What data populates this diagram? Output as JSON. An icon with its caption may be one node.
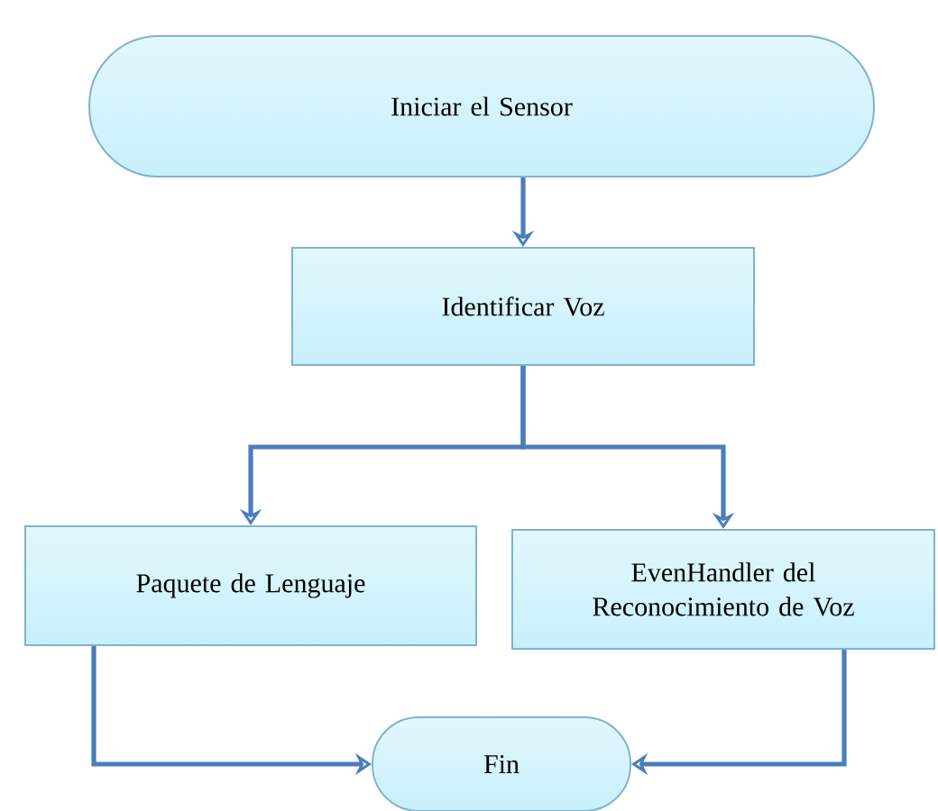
{
  "diagram": {
    "nodes": [
      {
        "text": [
          "Iniciar el Sensor"
        ]
      },
      {
        "text": [
          "Identificar  Voz"
        ]
      },
      {
        "text": [
          "Paquete de Lenguaje"
        ]
      },
      {
        "text": [
          "EvenHandler del Reconocimiento de Voz"
        ]
      },
      {
        "text": [
          "Fin"
        ]
      }
    ],
    "edges": [
      {
        "from": 0,
        "to": 1,
        "arrow": "to"
      },
      {
        "from": 1,
        "to": 2,
        "arrow": "to"
      },
      {
        "from": 1,
        "to": 3,
        "arrow": "to"
      },
      {
        "from": 2,
        "to": 4,
        "arrow": "to"
      },
      {
        "from": 3,
        "to": 4,
        "arrow": "to"
      }
    ]
  }
}
